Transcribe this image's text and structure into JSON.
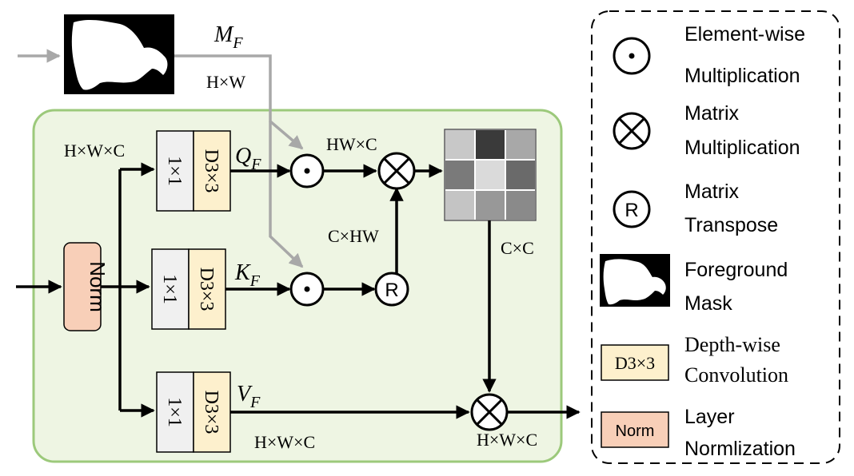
{
  "diagram": {
    "mask_label": {
      "main": "M",
      "sub": "F"
    },
    "dims": {
      "mask": "H×W",
      "input": "H×W×C",
      "q_after": "HW×C",
      "k_transposed": "C×HW",
      "attention": "C×C",
      "v_path": "H×W×C",
      "output": "H×W×C"
    },
    "branches": [
      {
        "conv1": "1×1",
        "dconv": "D3×3",
        "label_main": "Q",
        "label_sub": "F"
      },
      {
        "conv1": "1×1",
        "dconv": "D3×3",
        "label_main": "K",
        "label_sub": "F"
      },
      {
        "conv1": "1×1",
        "dconv": "D3×3",
        "label_main": "V",
        "label_sub": "F"
      }
    ],
    "norm_label": "Norm",
    "transpose_symbol": "R",
    "attention_cells": [
      "#c8c8c8",
      "#3a3a3a",
      "#a8a8a8",
      "#7a7a7a",
      "#dadada",
      "#6a6a6a",
      "#c4c4c4",
      "#989898",
      "#8a8a8a"
    ]
  },
  "legend": {
    "elementwise": {
      "line1": "Element-",
      "line2": "wise",
      "line3": "Multiplication"
    },
    "matrix_mult": {
      "line1": "Matrix",
      "line2": "Multiplication"
    },
    "transpose": {
      "symbol": "R",
      "line1": "Matrix",
      "line2": "Transpose"
    },
    "mask": {
      "line1": "Foreground",
      "line2": "Mask"
    },
    "depthwise": {
      "box": "D3×3",
      "line1": "Depth-wise",
      "line2": "Convolution"
    },
    "norm": {
      "box": "Norm",
      "line1": "Layer",
      "line2": "Normlization"
    }
  },
  "colors": {
    "panel_fill": "#eef5e3",
    "panel_border": "#9cc97b",
    "conv1_fill": "#f0f0f0",
    "dconv_fill": "#fdf0cd",
    "norm_fill": "#f8cfb8",
    "mask_arrow": "#a8a8a8"
  }
}
